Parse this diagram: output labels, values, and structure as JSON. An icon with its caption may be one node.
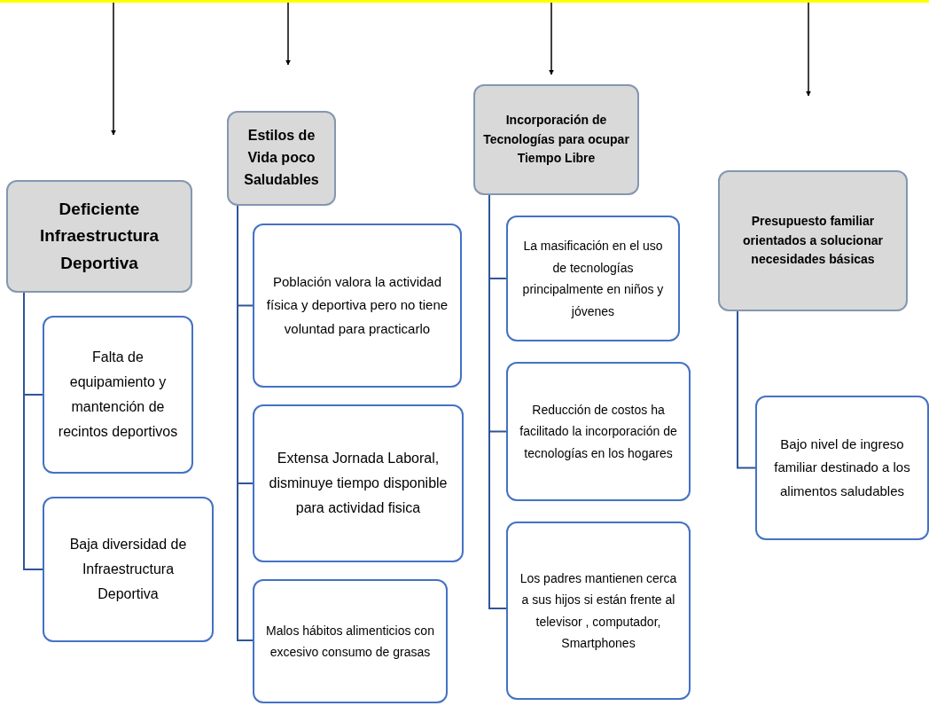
{
  "diagram": {
    "nodes": [
      {
        "text": [
          "Deficiente Infraestructura Deportiva"
        ]
      },
      {
        "text": [
          "Falta de equipamiento y mantención de recintos deportivos"
        ]
      },
      {
        "text": [
          "Baja diversidad de Infraestructura Deportiva"
        ]
      },
      {
        "text": [
          "Estilos de Vida poco Saludables"
        ]
      },
      {
        "text": [
          "Población valora la actividad física y deportiva pero no tiene voluntad para practicarlo"
        ]
      },
      {
        "text": [
          "Extensa Jornada Laboral, disminuye tiempo disponible para actividad fisica"
        ]
      },
      {
        "text": [
          "Malos hábitos alimenticios con excesivo consumo de grasas"
        ]
      },
      {
        "text": [
          "Incorporación de Tecnologías para ocupar Tiempo Libre"
        ]
      },
      {
        "text": [
          "La masificación en el uso de tecnologías principalmente en niños y jóvenes"
        ]
      },
      {
        "text": [
          "Reducción de costos ha facilitado la incorporación de tecnologías en los hogares"
        ]
      },
      {
        "text": [
          "Los padres mantienen cerca a sus hijos si están frente al televisor , computador, Smartphones"
        ]
      },
      {
        "text": [
          "Presupuesto familiar orientados a solucionar necesidades básicas"
        ]
      },
      {
        "text": [
          "Bajo nivel de ingreso familiar destinado a los alimentos saludables"
        ]
      }
    ],
    "edges": [
      {
        "from": 0,
        "to": 1,
        "arrow": "none"
      },
      {
        "from": 0,
        "to": 2,
        "arrow": "none"
      },
      {
        "from": 3,
        "to": 4,
        "arrow": "none"
      },
      {
        "from": 3,
        "to": 5,
        "arrow": "none"
      },
      {
        "from": 3,
        "to": 6,
        "arrow": "none"
      },
      {
        "from": 7,
        "to": 8,
        "arrow": "none"
      },
      {
        "from": 7,
        "to": 9,
        "arrow": "none"
      },
      {
        "from": 7,
        "to": 10,
        "arrow": "none"
      },
      {
        "from": 11,
        "to": 12,
        "arrow": "none"
      }
    ]
  }
}
